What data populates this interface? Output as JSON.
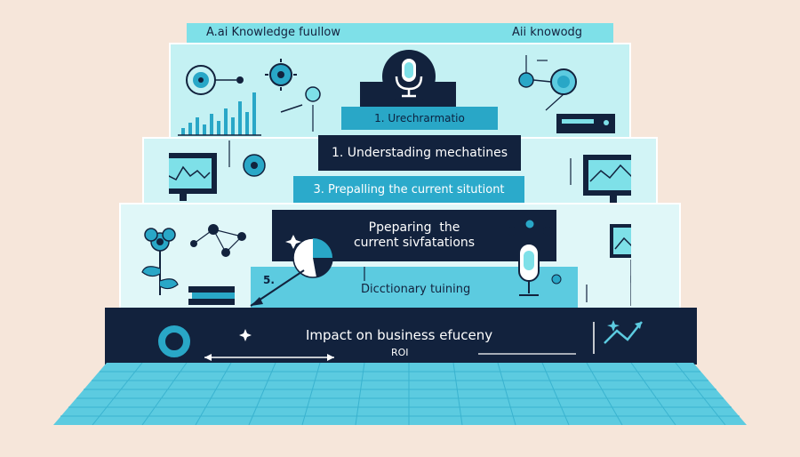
{
  "banner": {
    "left_text": "A.ai Knowledge fuullow",
    "right_text": "Aii knowodg"
  },
  "steps": [
    {
      "label": "1. Urechrarmatio"
    },
    {
      "label": "1. Understading mechatines"
    },
    {
      "label": "3. Prepalling the current  situtiont"
    },
    {
      "label": "Ppeparing  the\ncurrent sivfatations"
    },
    {
      "number": "5.",
      "label": "Dicctionary tuining"
    }
  ],
  "impact": {
    "title": "Impact on business efuceny",
    "subtitle": "ROI"
  },
  "colors": {
    "background": "#f6e6da",
    "navy": "#12223d",
    "teal": "#29a7c7",
    "cyan": "#5ccbe0",
    "light": "#c4f1f3"
  },
  "icons": [
    "microphone-icon",
    "network-icon",
    "gear-icon",
    "bar-chart-icon",
    "monitor-icon",
    "plant-icon",
    "books-icon",
    "pie-chart-icon",
    "growth-arrow-icon",
    "sparkle-icon"
  ]
}
